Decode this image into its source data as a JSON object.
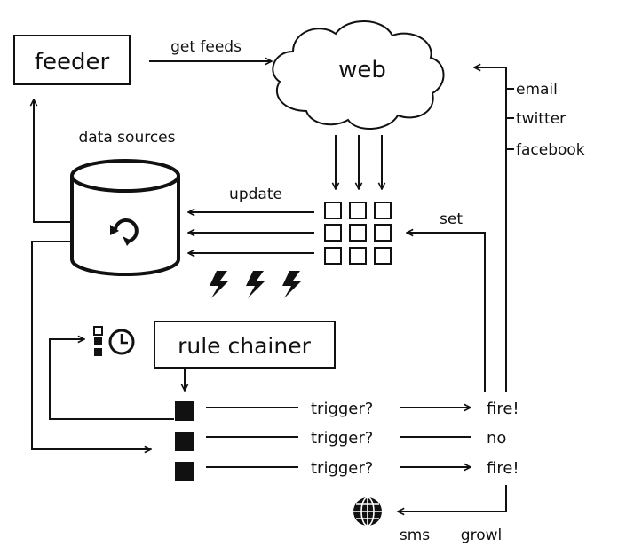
{
  "colors": {
    "ink": "#111111",
    "background": "#ffffff"
  },
  "nodes": {
    "feeder": "feeder",
    "web": "web",
    "data_sources": "data sources",
    "rule_chainer": "rule chainer"
  },
  "edges": {
    "get_feeds": "get feeds",
    "update": "update",
    "set": "set",
    "email": "email",
    "twitter": "twitter",
    "facebook": "facebook",
    "sms": "sms",
    "growl": "growl"
  },
  "rules": [
    {
      "trigger": "trigger?",
      "result": "fire!"
    },
    {
      "trigger": "trigger?",
      "result": "no"
    },
    {
      "trigger": "trigger?",
      "result": "fire!"
    }
  ],
  "icons": {
    "database": "refresh-icon",
    "schedule": "clock-icon",
    "events": "lightning-bolt-icon",
    "notify": "globe-icon",
    "grid": "grid-icon"
  }
}
